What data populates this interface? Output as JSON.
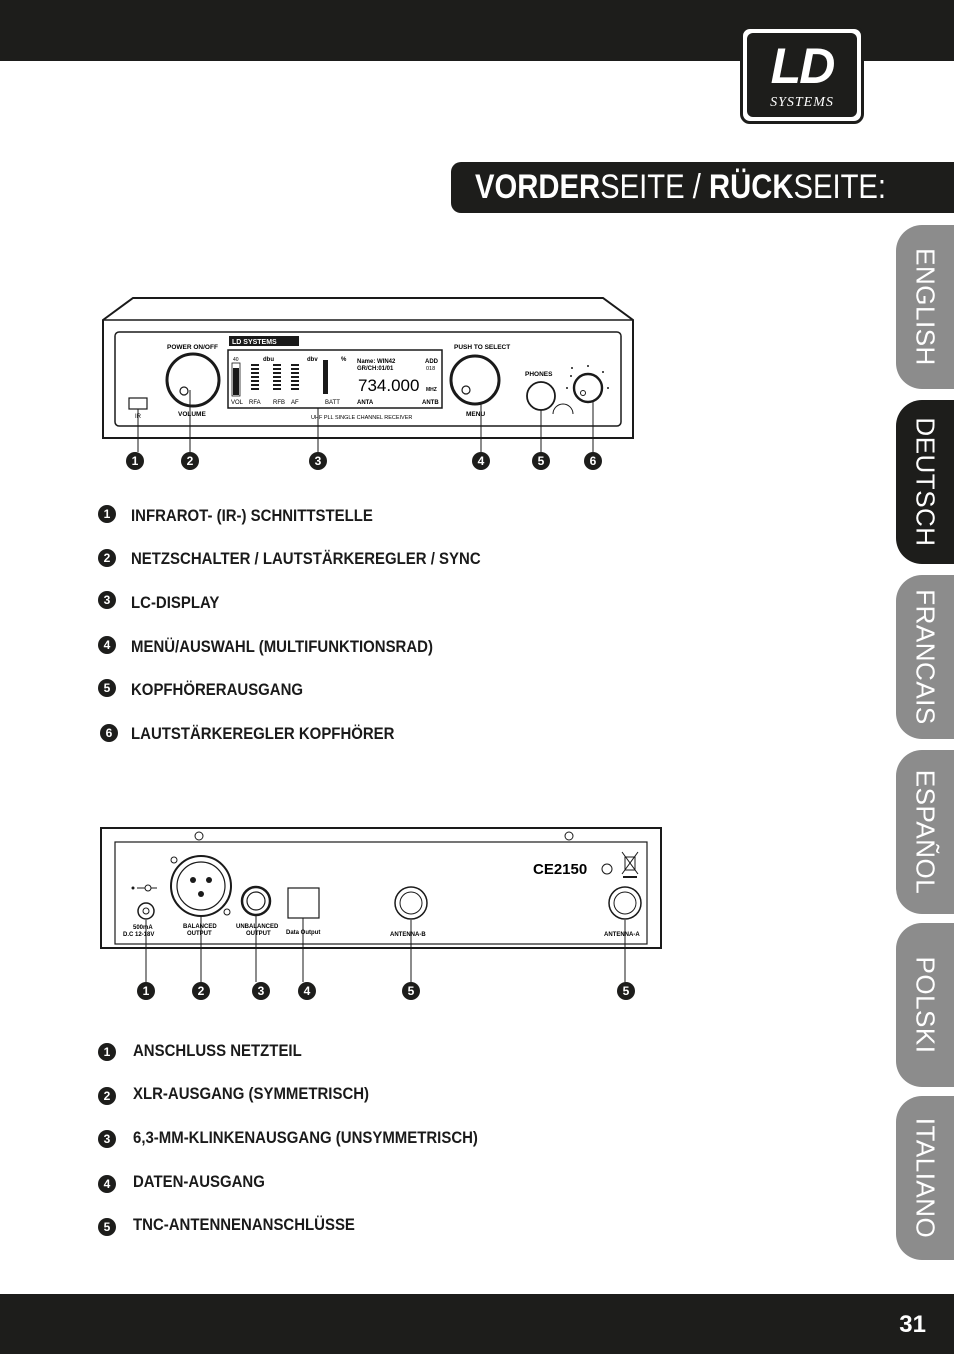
{
  "header": {
    "logo_text": "LD",
    "logo_sub": "SYSTEMS"
  },
  "title": {
    "bold1": "VORDER",
    "normal1": "SEITE / ",
    "bold2": "RÜCK",
    "normal2": "SEITE:"
  },
  "tabs": [
    {
      "label": "ENGLISH",
      "active": false
    },
    {
      "label": "DEUTSCH",
      "active": true
    },
    {
      "label": "FRANCAIS",
      "active": false
    },
    {
      "label": "ESPAÑOL",
      "active": false
    },
    {
      "label": "POLSKI",
      "active": false
    },
    {
      "label": "ITALIANO",
      "active": false
    }
  ],
  "front_panel": {
    "power_label": "POWER ON/OFF",
    "volume_label": "VOLUME",
    "ir_label": "IR",
    "push_label": "PUSH TO SELECT",
    "menu_label": "MENU",
    "phones_label": "PHONES",
    "lcd_name": "Name: WIN42",
    "lcd_grch": "GR/CH:01/01",
    "lcd_add": "ADD",
    "lcd_add_num": "018",
    "lcd_freq": "734.000",
    "lcd_mhz": "MHZ",
    "lcd_anta": "ANTA",
    "lcd_antb": "ANTB",
    "lcd_vol": "VOL",
    "lcd_rfa": "RFA",
    "lcd_rfb": "RFB",
    "lcd_af": "AF",
    "lcd_batt": "BATT",
    "lcd_dbu": "dbu",
    "lcd_dbv": "dbv",
    "lcd_pct": "%",
    "lcd_40": "40",
    "receiver_text": "UHF PLL SINGLE CHANNEL RECEIVER",
    "brand": "LD SYSTEMS",
    "callouts": [
      "1",
      "2",
      "3",
      "4",
      "5",
      "6"
    ]
  },
  "front_items": [
    {
      "num": "1",
      "label": "INFRAROT- (IR-) SCHNITTSTELLE"
    },
    {
      "num": "2",
      "label": "NETZSCHALTER / LAUTSTÄRKEREGLER / SYNC"
    },
    {
      "num": "3",
      "label": "LC-DISPLAY"
    },
    {
      "num": "4",
      "label": "MENÜ/AUSWAHL (MULTIFUNKTIONSRAD)"
    },
    {
      "num": "5",
      "label": "KOPFHÖRERAUSGANG"
    },
    {
      "num": "6",
      "label": "LAUTSTÄRKEREGLER KOPFHÖRER"
    }
  ],
  "rear_panel": {
    "power_ma": "500mA",
    "power_dc": "D.C 12-18V",
    "balanced": "BALANCED",
    "balanced2": "OUTPUT",
    "unbalanced": "UNBALANCED",
    "unbalanced2": "OUTPUT",
    "data_output": "Data Output",
    "antenna_b": "ANTENNA-B",
    "antenna_a": "ANTENNA-A",
    "ce_mark": "CE2150",
    "callouts": [
      "1",
      "2",
      "3",
      "4",
      "5",
      "5"
    ]
  },
  "rear_items": [
    {
      "num": "1",
      "label": "ANSCHLUSS NETZTEIL"
    },
    {
      "num": "2",
      "label": "XLR-AUSGANG (SYMMETRISCH)"
    },
    {
      "num": "3",
      "label": "6,3-MM-KLINKENAUSGANG (UNSYMMETRISCH)"
    },
    {
      "num": "4",
      "label": "DATEN-AUSGANG"
    },
    {
      "num": "5",
      "label": "TNC-ANTENNENANSCHLÜSSE"
    }
  ],
  "footer": {
    "page_number": "31"
  }
}
